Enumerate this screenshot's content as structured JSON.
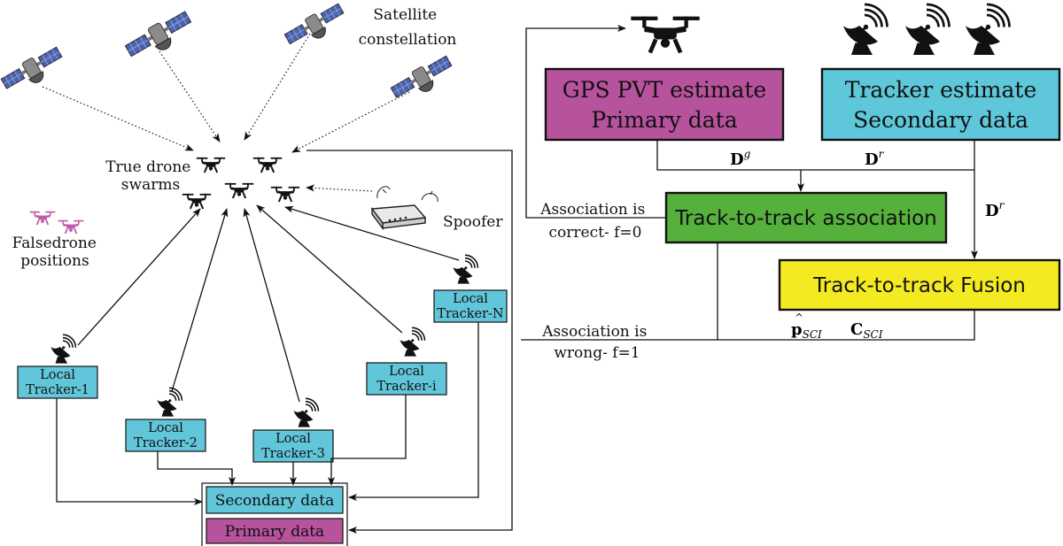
{
  "left_panel": {
    "satellite_label": [
      "Satellite",
      "constellation"
    ],
    "true_drone_label": [
      "True drone",
      "swarms"
    ],
    "false_drone_label": [
      "Falsedrone",
      "positions"
    ],
    "spoofer_label": "Spoofer",
    "trackers": {
      "t1": [
        "Local",
        "Tracker-1"
      ],
      "t2": [
        "Local",
        "Tracker-2"
      ],
      "t3": [
        "Local",
        "Tracker-3"
      ],
      "ti": [
        "Local",
        "Tracker-i"
      ],
      "tn": [
        "Local",
        "Tracker-N"
      ]
    },
    "secondary_data": "Secondary data",
    "primary_data": "Primary data"
  },
  "right_panel": {
    "gps_box": [
      "GPS PVT estimate",
      "Primary data"
    ],
    "tracker_box": [
      "Tracker estimate",
      "Secondary data"
    ],
    "association_box": "Track-to-track association",
    "fusion_box": "Track-to-track Fusion",
    "correct_label": [
      "Association is",
      "correct- f=0"
    ],
    "wrong_label": [
      "Association is",
      "wrong- f=1"
    ],
    "dg": {
      "base": "D",
      "sup": "g"
    },
    "dr": {
      "base": "D",
      "sup": "r"
    },
    "dr2": {
      "base": "D",
      "sup": "r"
    },
    "p_sci": {
      "base": "p",
      "hat": "^",
      "sub": "SCI"
    },
    "c_sci": {
      "base": "C",
      "sub": "SCI"
    }
  },
  "colors": {
    "gps": "#b7529d",
    "tracker": "#5ec8da",
    "association": "#55b03c",
    "fusion": "#f4ea21",
    "local_tracker": "#62c6da",
    "primary": "#b7529d",
    "false_drone": "#c05aa8",
    "satellite_panel": "#4a63ad"
  },
  "icons": [
    "satellite-icon",
    "drone-icon",
    "radar-dish-icon",
    "router-icon"
  ]
}
